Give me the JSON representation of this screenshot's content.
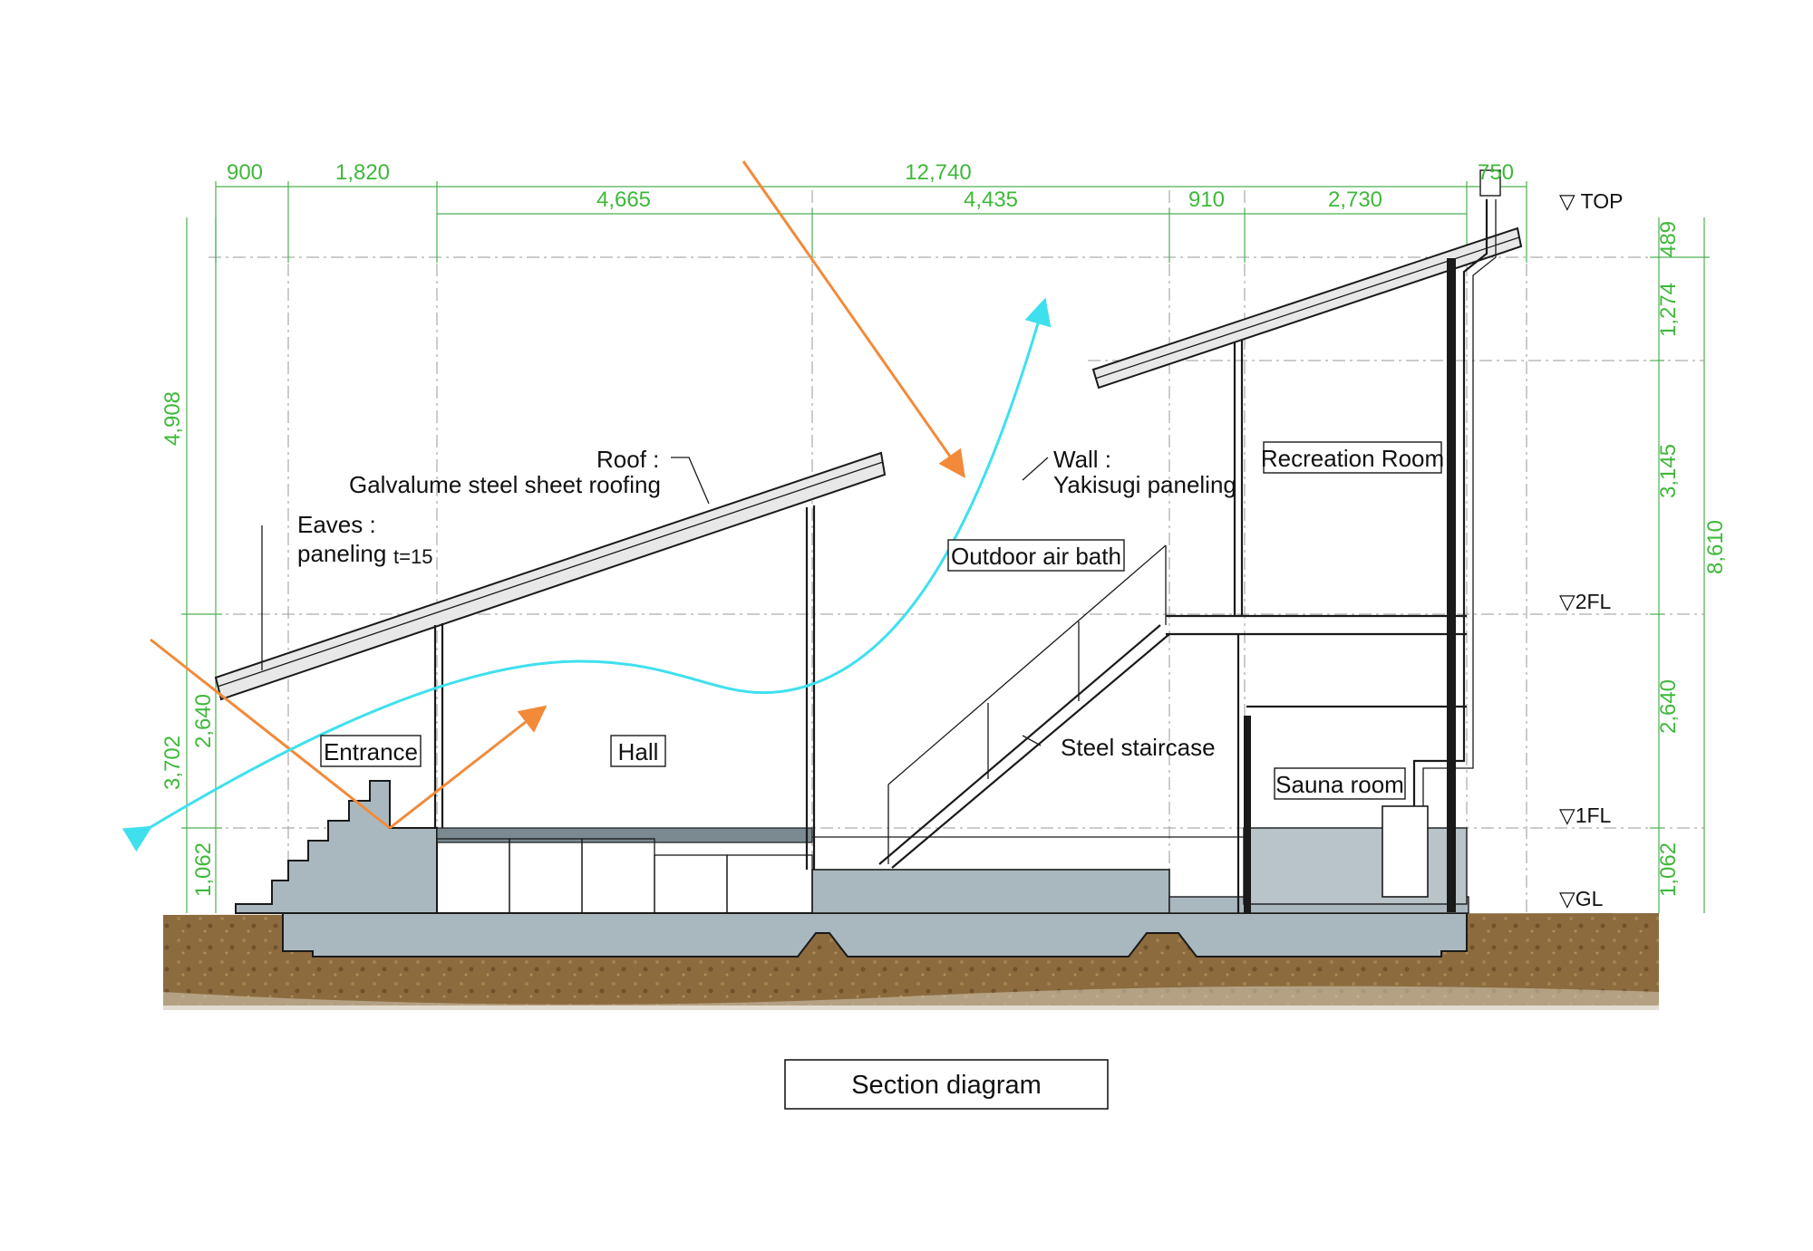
{
  "title": "Section diagram",
  "dimensions": {
    "top": [
      "900",
      "1,820",
      "12,740",
      "750"
    ],
    "second": [
      "4,665",
      "4,435",
      "910",
      "2,730"
    ],
    "left": [
      "4,908",
      "3,702",
      "2,640",
      "1,062"
    ],
    "right": [
      "489",
      "1,274",
      "3,145",
      "8,610",
      "2,640",
      "1,062"
    ]
  },
  "levels": {
    "top": "▽ TOP",
    "fl2": "▽2FL",
    "fl1": "▽1FL",
    "gl": "▽GL"
  },
  "annotations": {
    "roof_title": "Roof :",
    "roof_desc": "Galvalume steel sheet roofing",
    "eaves_title": "Eaves :",
    "eaves_desc": "paneling",
    "eaves_thickness": "t=15",
    "wall_title": "Wall :",
    "wall_desc": "Yakisugi paneling",
    "staircase": "Steel staircase"
  },
  "rooms": {
    "entrance": "Entrance",
    "hall": "Hall",
    "outdoor_air_bath": "Outdoor air bath",
    "recreation_room": "Recreation Room",
    "sauna_room": "Sauna room"
  },
  "colors": {
    "dimension": "#3fb83a",
    "sun_arrow": "#f28a3a",
    "wind_arrow": "#3fe0ee",
    "concrete": "#a9b8be",
    "ground": "#8a6a3c"
  }
}
